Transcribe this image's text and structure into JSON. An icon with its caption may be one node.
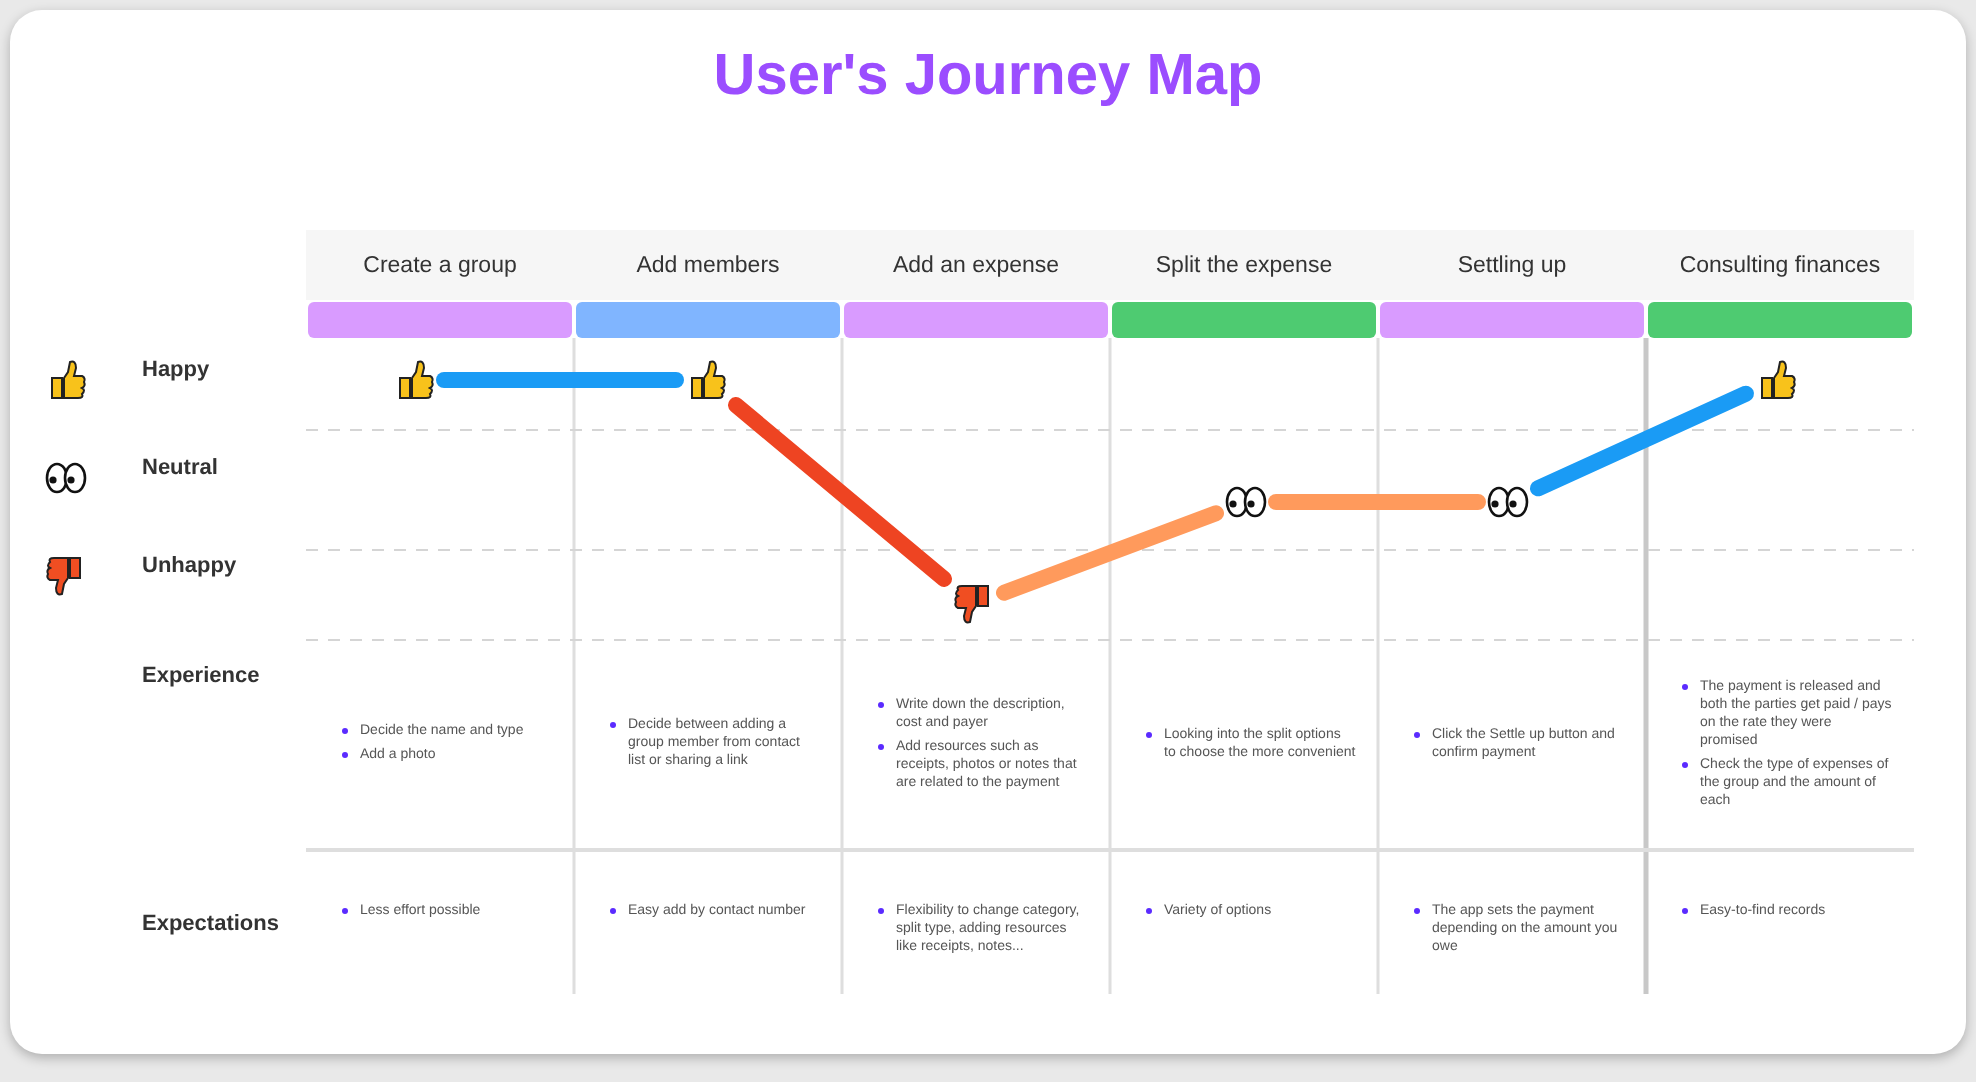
{
  "diagram": {
    "title": "User's Journey Map",
    "nodes": [
      {
        "text": [],
        "shape": "bar"
      },
      {
        "text": [],
        "shape": "bar"
      },
      {
        "text": [],
        "shape": "bar"
      },
      {
        "text": [],
        "shape": "bar"
      },
      {
        "text": [],
        "shape": "bar"
      },
      {
        "text": [],
        "shape": "bar"
      },
      {
        "text": [],
        "shape": "thumbs-up"
      },
      {
        "text": [],
        "shape": "thumbs-up"
      },
      {
        "text": [],
        "shape": "thumbs-down"
      },
      {
        "text": [],
        "shape": "eyes"
      },
      {
        "text": [],
        "shape": "eyes"
      },
      {
        "text": [],
        "shape": "thumbs-up"
      }
    ],
    "edges": [
      {
        "from": 6,
        "to": 7,
        "arrow": "none",
        "color": "#1a9bf5"
      },
      {
        "from": 7,
        "to": 8,
        "arrow": "none",
        "color": "#ee4422"
      },
      {
        "from": 8,
        "to": 9,
        "arrow": "none",
        "color": "#ff9a5c"
      },
      {
        "from": 9,
        "to": 10,
        "arrow": "none",
        "color": "#ff9a5c"
      },
      {
        "from": 10,
        "to": 11,
        "arrow": "none",
        "color": "#1a9bf5"
      }
    ],
    "labels": [
      "Create a group",
      "Add members",
      "Add an expense",
      "Split the expense",
      "Settling up",
      "Consulting finances",
      "Happy",
      "Neutral",
      "Unhappy",
      "Experience",
      "Decide the name and type",
      "Add a photo",
      "Decide between adding a group member from contact list or sharing a link",
      "Write down the description, cost and payer",
      "Add resources such as receipts, photos or notes that are related to the payment",
      "Looking into the split options to choose the more convenient",
      "Click the Settle up button and confirm payment",
      "The payment is released and both the parties get paid / pays on the rate they were promised",
      "Check the type of expenses of the group and the amount of each",
      "Expectations",
      "Less effort possible",
      "Easy add by contact number",
      "Flexibility to change category, split type, adding resources like receipts, notes...",
      "Variety of options",
      "The app sets the payment depending on the amount you owe",
      "Easy-to-find records"
    ]
  }
}
